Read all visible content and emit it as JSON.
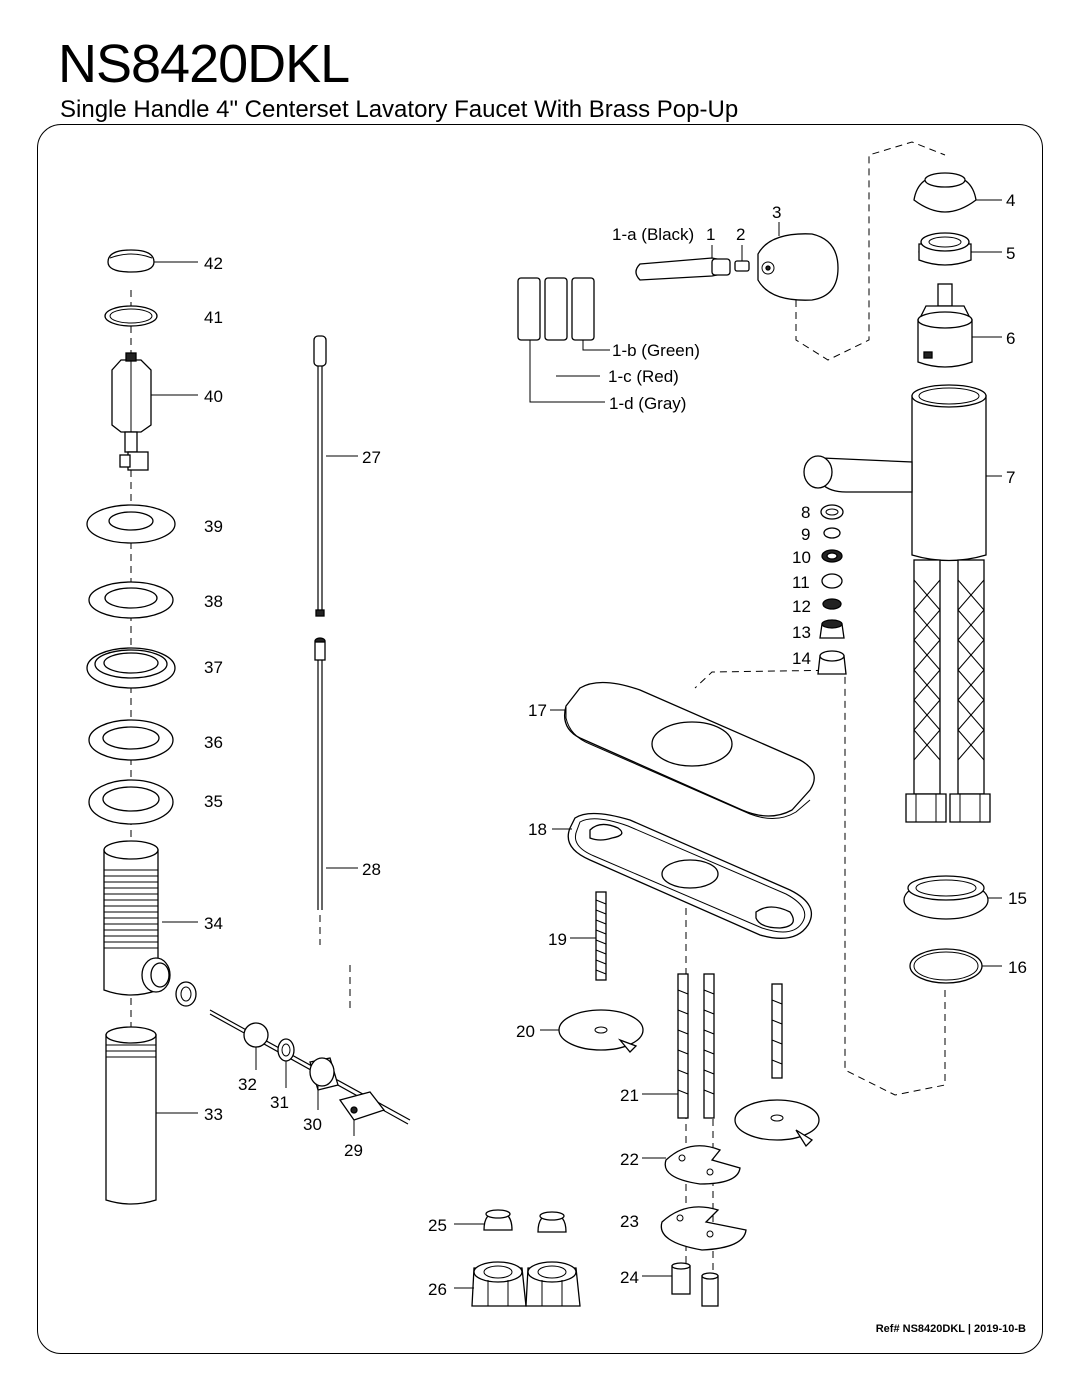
{
  "header": {
    "model": "NS8420DKL",
    "subtitle": "Single Handle 4\" Centerset Lavatory Faucet With Brass Pop-Up"
  },
  "footer": {
    "ref_prefix": "Ref#",
    "ref_model": "NS8420DKL",
    "separator": "|",
    "revision": "2019-10-B"
  },
  "callouts": {
    "p1a": "1-a (Black)",
    "p1": "1",
    "p2": "2",
    "p3": "3",
    "p4": "4",
    "p5": "5",
    "p6": "6",
    "p7": "7",
    "p1b": "1-b (Green)",
    "p1c": "1-c (Red)",
    "p1d": "1-d (Gray)",
    "p8": "8",
    "p9": "9",
    "p10": "10",
    "p11": "11",
    "p12": "12",
    "p13": "13",
    "p14": "14",
    "p15": "15",
    "p16": "16",
    "p17": "17",
    "p18": "18",
    "p19": "19",
    "p20": "20",
    "p21": "21",
    "p22": "22",
    "p23": "23",
    "p24": "24",
    "p25": "25",
    "p26": "26",
    "p27": "27",
    "p28": "28",
    "p29": "29",
    "p30": "30",
    "p31": "31",
    "p32": "32",
    "p33": "33",
    "p34": "34",
    "p35": "35",
    "p36": "36",
    "p37": "37",
    "p38": "38",
    "p39": "39",
    "p40": "40",
    "p41": "41",
    "p42": "42"
  },
  "icon_names": [
    "handle-lever-icon",
    "set-screw-icon",
    "handle-body-icon",
    "cartridge-icon",
    "faucet-body-icon",
    "supply-hose-icon",
    "aerator-icon",
    "deck-plate-icon",
    "gasket-icon",
    "drain-body-icon",
    "pop-up-rod-icon",
    "coupling-nut-icon"
  ]
}
